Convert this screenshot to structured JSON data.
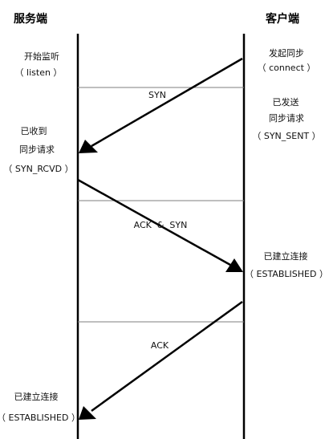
{
  "columns": {
    "server": "服务端",
    "client": "客户端"
  },
  "notes": {
    "server_listen": [
      "开始监听",
      "（ listen ）"
    ],
    "client_connect": [
      "发起同步",
      "（ connect ）"
    ],
    "client_sent": [
      "已发送",
      "同步请求",
      "（ SYN_SENT ）"
    ],
    "server_rcvd": [
      "已收到",
      "同步请求",
      "（ SYN_RCVD ）"
    ],
    "client_established": [
      "已建立连接",
      "（ ESTABLISHED ）"
    ],
    "server_established": [
      "已建立连接",
      "（ ESTABLISHED ）"
    ]
  },
  "messages": [
    {
      "label": "SYN",
      "from": "client",
      "to": "server"
    },
    {
      "label": "ACK  &  SYN",
      "from": "server",
      "to": "client"
    },
    {
      "label": "ACK",
      "from": "client",
      "to": "server"
    }
  ],
  "colors": {
    "line": "#000000",
    "divider": "#7f7f7f",
    "text": "#111111"
  }
}
